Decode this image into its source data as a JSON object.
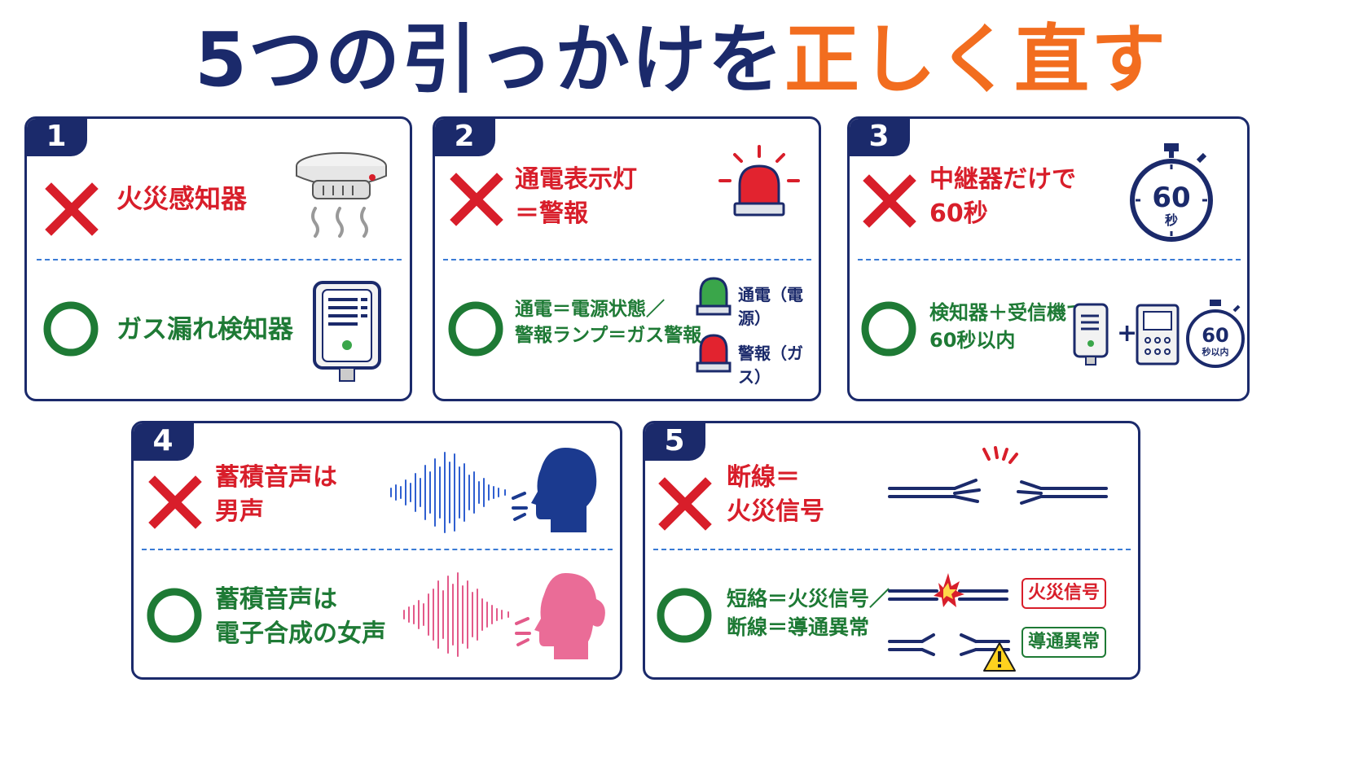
{
  "title": {
    "part1": "5つの引っかけを",
    "part2": "正しく直す"
  },
  "colors": {
    "navy": "#1b2a6b",
    "orange": "#f26d1f",
    "wrong": "#d81e2a",
    "right": "#1e7a35",
    "divider": "#3a7bd5"
  },
  "cards": [
    {
      "num": "1",
      "wrong": [
        "火災感知器"
      ],
      "right": [
        "ガス漏れ検知器"
      ],
      "icons": [
        "smoke-detector-icon",
        "gas-leak-detector-icon"
      ]
    },
    {
      "num": "2",
      "wrong": [
        "通電表示灯",
        "＝警報"
      ],
      "right": [
        "通電＝電源状態／",
        "警報ランプ＝ガス警報"
      ],
      "legend": [
        "通電（電源）",
        "警報（ガス）"
      ],
      "icons": [
        "red-siren-icon",
        "green-lamp-icon",
        "red-lamp-icon"
      ]
    },
    {
      "num": "3",
      "wrong": [
        "中継器だけで",
        "60秒"
      ],
      "right": [
        "検知器＋受信機で",
        "60秒以内"
      ],
      "stopwatch1": {
        "value": "60",
        "unit": "秒"
      },
      "stopwatch2": {
        "value": "60",
        "unit": "秒以内"
      },
      "plus": "+",
      "icons": [
        "stopwatch-icon",
        "detector-icon",
        "receiver-icon"
      ]
    },
    {
      "num": "4",
      "wrong": [
        "蓄積音声は",
        "男声"
      ],
      "right": [
        "蓄積音声は",
        "電子合成の女声"
      ],
      "icons": [
        "male-voice-icon",
        "female-voice-icon",
        "sound-wave-icon"
      ]
    },
    {
      "num": "5",
      "wrong": [
        "断線＝",
        "火災信号"
      ],
      "right": [
        "短絡＝火災信号／",
        "断線＝導通異常"
      ],
      "tags": [
        "火災信号",
        "導通異常"
      ],
      "icons": [
        "broken-wire-icon",
        "short-circuit-icon",
        "warning-icon"
      ]
    }
  ]
}
